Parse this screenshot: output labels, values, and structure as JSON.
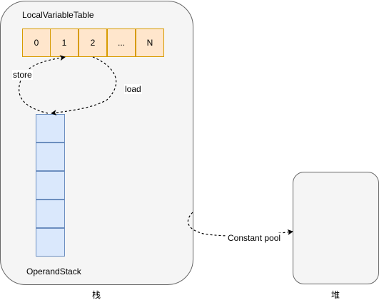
{
  "stack_frame": {
    "label": "栈",
    "local_variable_table": {
      "title": "LocalVariableTable",
      "slots": [
        "0",
        "1",
        "2",
        "...",
        "N"
      ]
    },
    "operand_stack": {
      "title": "OperandStack",
      "cell_count": 5
    }
  },
  "heap": {
    "label": "堆"
  },
  "edges": {
    "store": "store",
    "load": "load",
    "constant_pool": "Constant pool"
  },
  "colors": {
    "container_fill": "#f5f5f5",
    "container_stroke": "#666666",
    "slot_fill": "#ffe6cc",
    "slot_stroke": "#d79b00",
    "stack_fill": "#dae8fc",
    "stack_stroke": "#6c8ebf"
  }
}
